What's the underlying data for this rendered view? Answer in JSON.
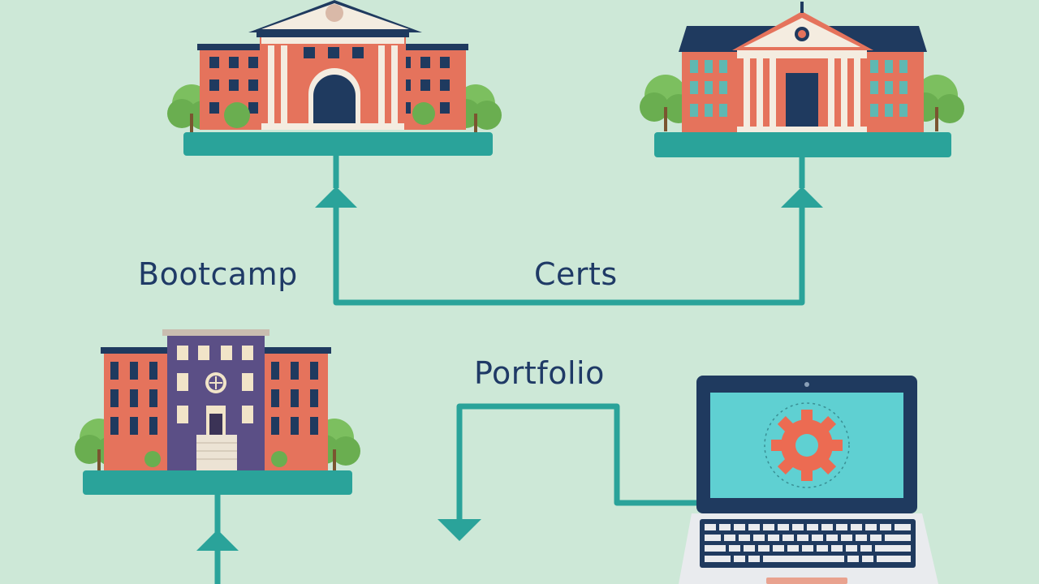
{
  "labels": {
    "bootcamp": "Bootcamp",
    "certs": "Certs",
    "portfolio": "Portfolio"
  },
  "colors": {
    "background": "#cde8d7",
    "connector": "#2aa39a",
    "platform": "#2aa39a",
    "brick": "#e5735c",
    "roof": "#1f3a5f",
    "text": "#1f3a66",
    "tree": "#7cbf5f",
    "purple_building": "#5b4f86",
    "laptop_screen": "#5fd0d2",
    "gear": "#ec6b52"
  },
  "icons": [
    "university-building-icon",
    "college-building-icon",
    "campus-building-icon",
    "laptop-icon",
    "gear-icon"
  ]
}
